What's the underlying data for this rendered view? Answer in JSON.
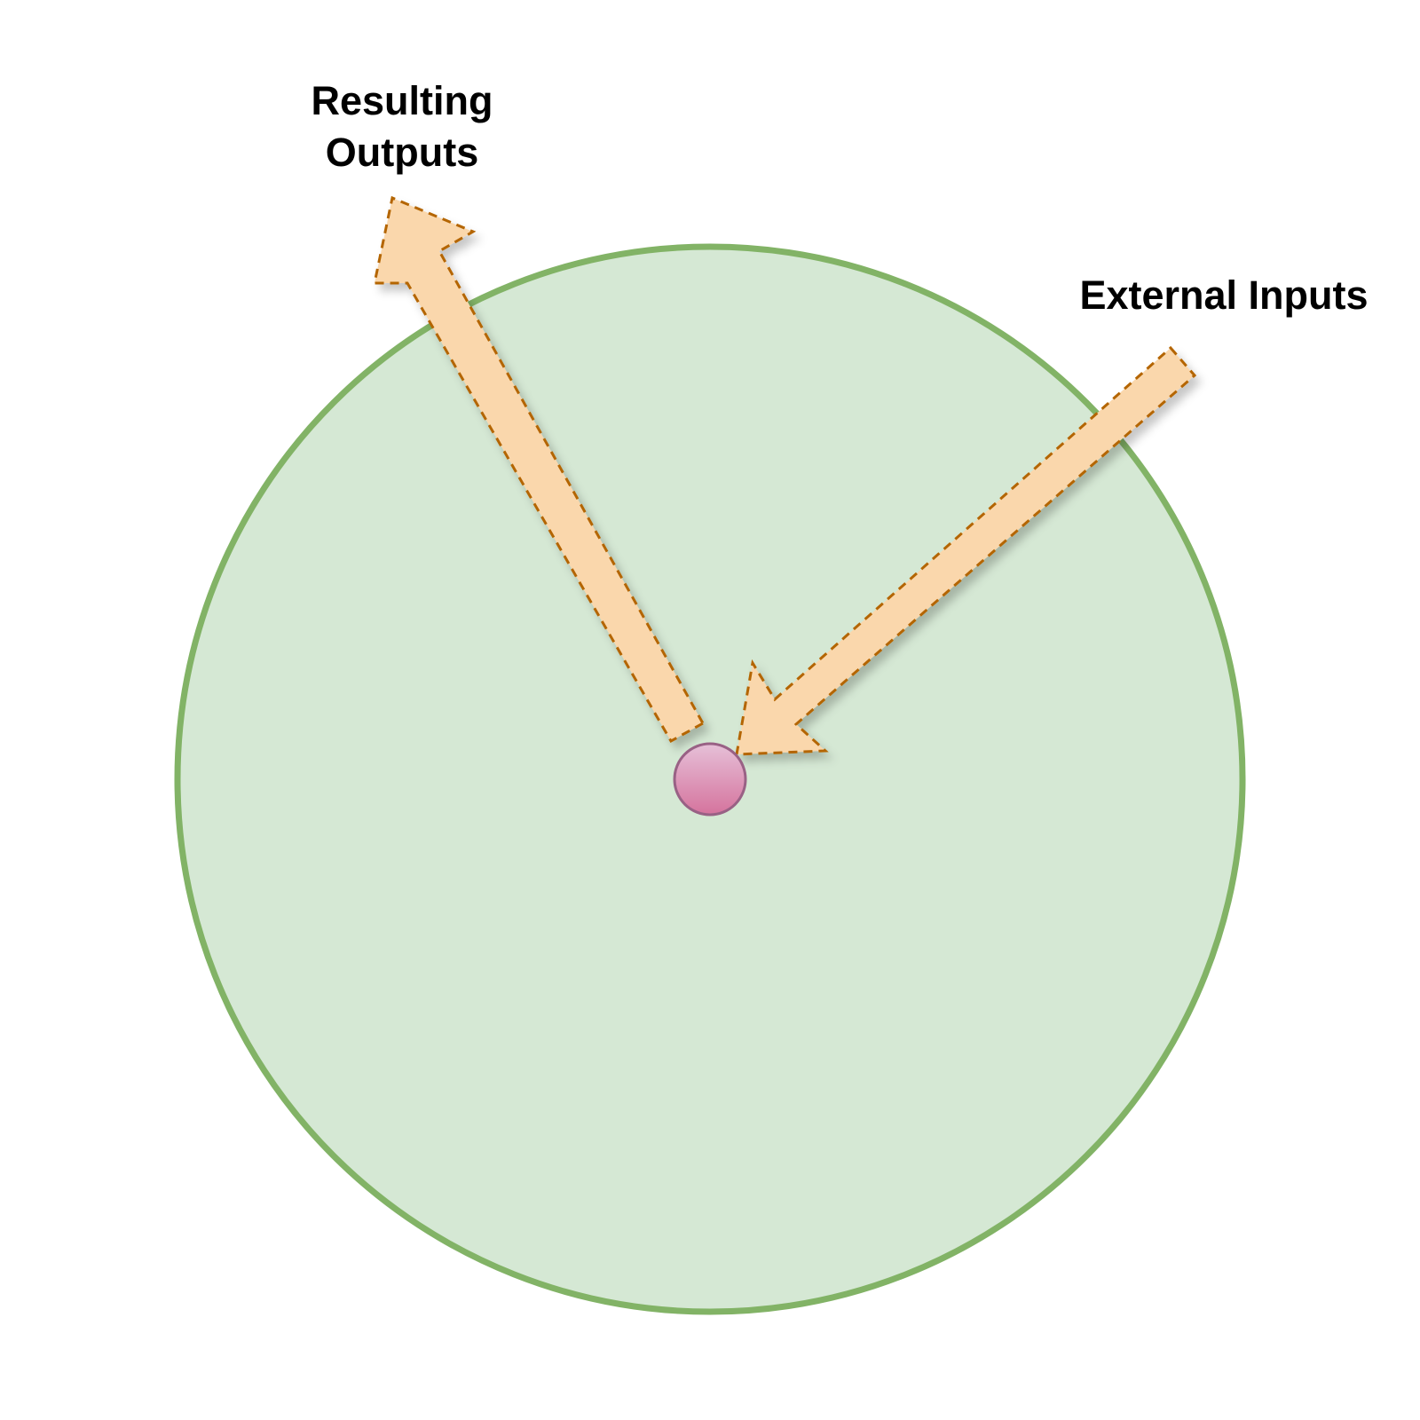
{
  "labels": {
    "outputs_line1": "Resulting",
    "outputs_line2": "Outputs",
    "inputs": "External Inputs"
  },
  "colors": {
    "circle_fill": "#d5e8d4",
    "circle_stroke": "#82b366",
    "arrow_fill": "#fad7ac",
    "arrow_stroke": "#b46504",
    "node_fill_top": "#e6c0d8",
    "node_fill_bottom": "#d5739d",
    "node_stroke": "#996185"
  }
}
